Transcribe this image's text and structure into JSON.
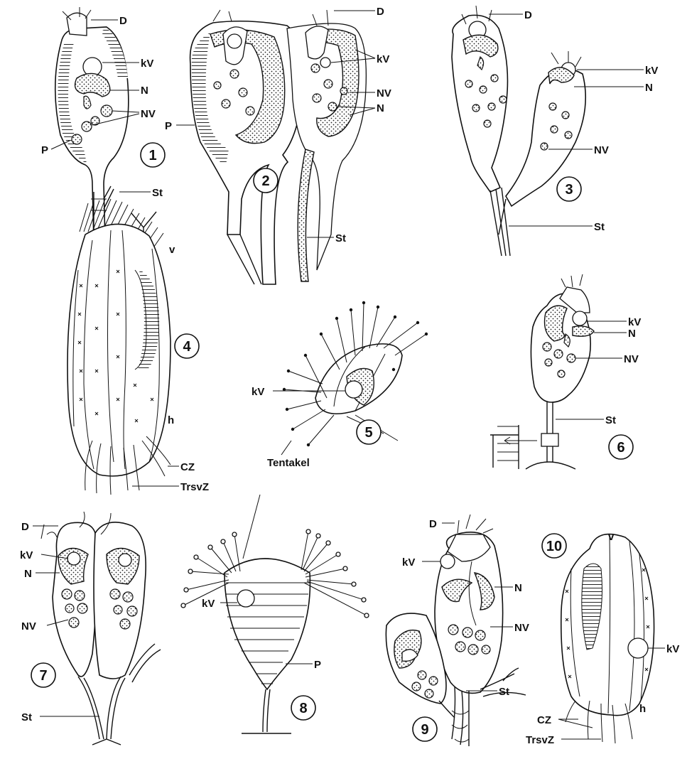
{
  "figures": [
    {
      "number": "1",
      "labels": [
        "D",
        "kV",
        "N",
        "NV",
        "P",
        "St"
      ]
    },
    {
      "number": "2",
      "labels": [
        "D",
        "kV",
        "NV",
        "N",
        "P",
        "St"
      ]
    },
    {
      "number": "3",
      "labels": [
        "D",
        "kV",
        "N",
        "NV",
        "St"
      ]
    },
    {
      "number": "4",
      "labels": [
        "v",
        "h",
        "CZ",
        "TrsvZ"
      ]
    },
    {
      "number": "5",
      "labels": [
        "kV",
        "Tentakel"
      ]
    },
    {
      "number": "6",
      "labels": [
        "kV",
        "N",
        "NV",
        "St"
      ]
    },
    {
      "number": "7",
      "labels": [
        "D",
        "kV",
        "N",
        "NV",
        "St"
      ]
    },
    {
      "number": "8",
      "labels": [
        "kV",
        "P"
      ]
    },
    {
      "number": "9",
      "labels": [
        "D",
        "kV",
        "N",
        "NV",
        "St"
      ]
    },
    {
      "number": "10",
      "labels": [
        "v",
        "kV",
        "h",
        "CZ",
        "TrsvZ"
      ]
    }
  ]
}
